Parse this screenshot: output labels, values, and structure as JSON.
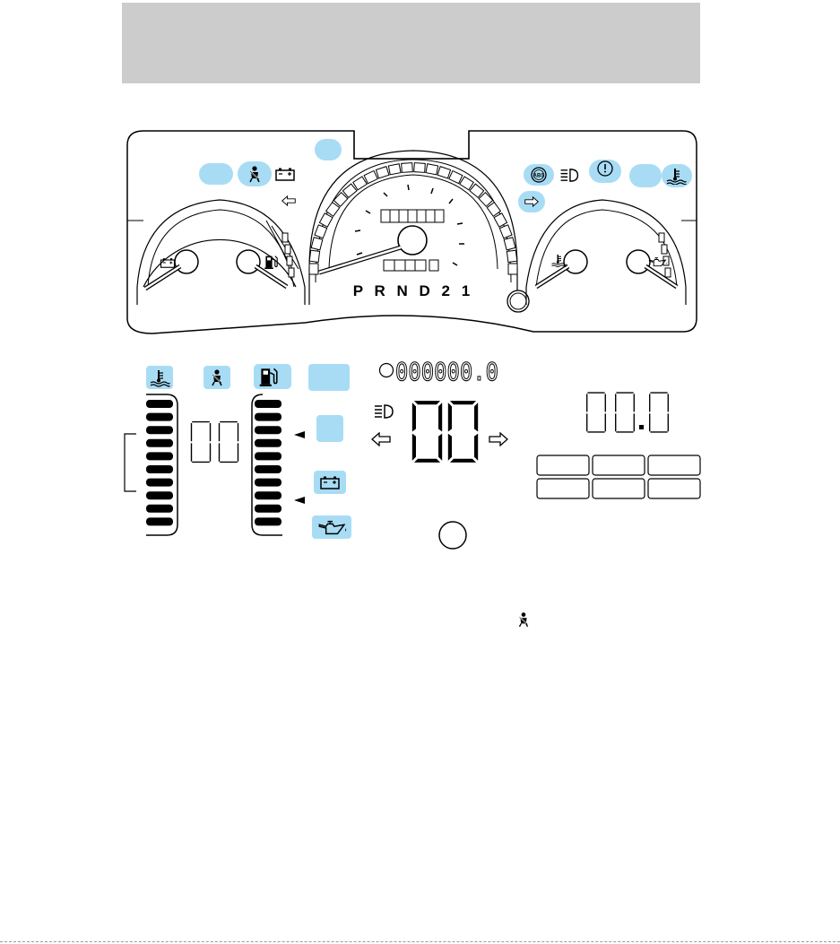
{
  "header": {
    "title": ""
  },
  "cluster": {
    "gear_indicator": "P R N D 2 1",
    "odometer": "000000.0",
    "digital_speed": "00",
    "trip_display": "00.0"
  },
  "colors": {
    "indicator_fill": "#a8dcf5",
    "header_gray": "#cccccc",
    "line": "#000000"
  },
  "icons": [
    "seatbelt-icon",
    "battery-icon",
    "left-arrow-icon",
    "right-arrow-icon",
    "abs-icon",
    "headlamp-icon",
    "brake-icon",
    "coolant-temp-icon",
    "fuel-pump-icon",
    "oil-can-icon"
  ]
}
